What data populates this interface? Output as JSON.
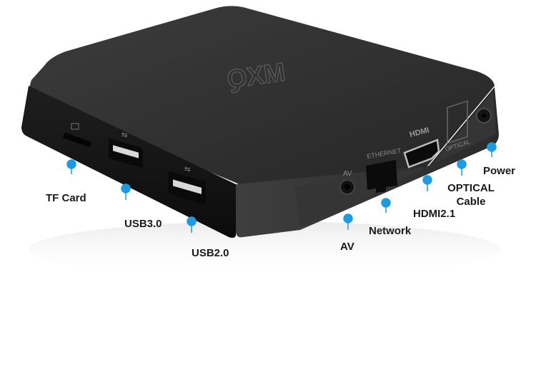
{
  "brand_mark": "MXQ",
  "port_markings": {
    "ethernet": "ETHERNET",
    "av": "AV",
    "hdmi_logo": "HDMI",
    "optical": "OPTICAL"
  },
  "callouts": {
    "tf_card": "TF Card",
    "usb3": "USB3.0",
    "usb2": "USB2.0",
    "av": "AV",
    "network": "Network",
    "hdmi": "HDMI2.1",
    "optical_line1": "OPTICAL",
    "optical_line2": "Cable",
    "power": "Power"
  },
  "colors": {
    "accent": "#1e9be0",
    "box_body": "#2b2b2b",
    "box_top": "#3a3a3a",
    "label_text": "#1a1a1a"
  }
}
